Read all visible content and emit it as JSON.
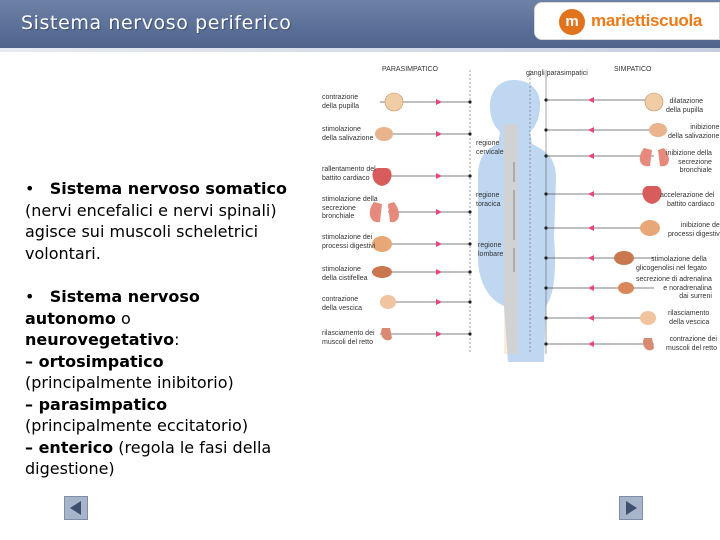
{
  "header": {
    "title": "Sistema nervoso periferico",
    "logo_mark": "m",
    "logo_text": "mariettiscuola",
    "colors": {
      "bar": "#5a6f97",
      "logo_accent": "#ee7a17"
    }
  },
  "body": {
    "bullet1": {
      "bullet": "•",
      "head": "Sistema nervoso somatico",
      "lines": [
        "(nervi encefalici e nervi spinali)",
        "agisce sui muscoli scheletrici",
        "volontari."
      ]
    },
    "bullet2": {
      "bullet": "•",
      "head": "Sistema nervoso",
      "line2_bold": "autonomo",
      "line2_rest": " o",
      "line3_bold": "neurovegetativo",
      "line3_rest": ":",
      "orto_dash": "– ",
      "orto": "ortosimpatico",
      "orto_desc": "(principalmente inibitorio)",
      "para_dash": "– ",
      "para": "parasimpatico",
      "para_desc": "(principalmente eccitatorio)",
      "ent_dash": "– ",
      "ent": "enterico",
      "ent_desc": " (regola le fasi della",
      "ent_desc2": "digestione)"
    }
  },
  "diagram": {
    "top_left": "PARASIMPATICO",
    "top_mid": "gangli parasimpatici",
    "top_right": "SIMPATICO",
    "left": [
      "contrazione\ndella pupilla",
      "stimolazione\ndella salivazione",
      "rallentamento del\nbattito cardiaco",
      "stimolazione della\nsecrezione\nbronchiale",
      "stimolazione dei\nprocessi digestivi",
      "stimolazione\ndella cistifellea",
      "contrazione\ndella vescica",
      "rilasciamento dei\nmuscoli del retto"
    ],
    "right": [
      "dilatazione\ndella pupilla",
      "inibizione\ndella salivazione",
      "inibizione della\nsecrezione\nbronchiale",
      "accelerazione del\nbattito cardiaco",
      "inibizione dei\nprocessi digestivi",
      "stimolazione della\nglicogenolisi nel fegato",
      "secrezione di adrenalina\ne noradrenalina\ndai surreni",
      "rilasciamento\ndella vescica",
      "contrazione dei\nmuscoli del retto"
    ],
    "regions": [
      "regione\ncervicale",
      "regione\ntoracica",
      "regione\nlombare"
    ]
  },
  "nav": {
    "prev": "previous-arrow-icon",
    "next": "next-arrow-icon"
  }
}
